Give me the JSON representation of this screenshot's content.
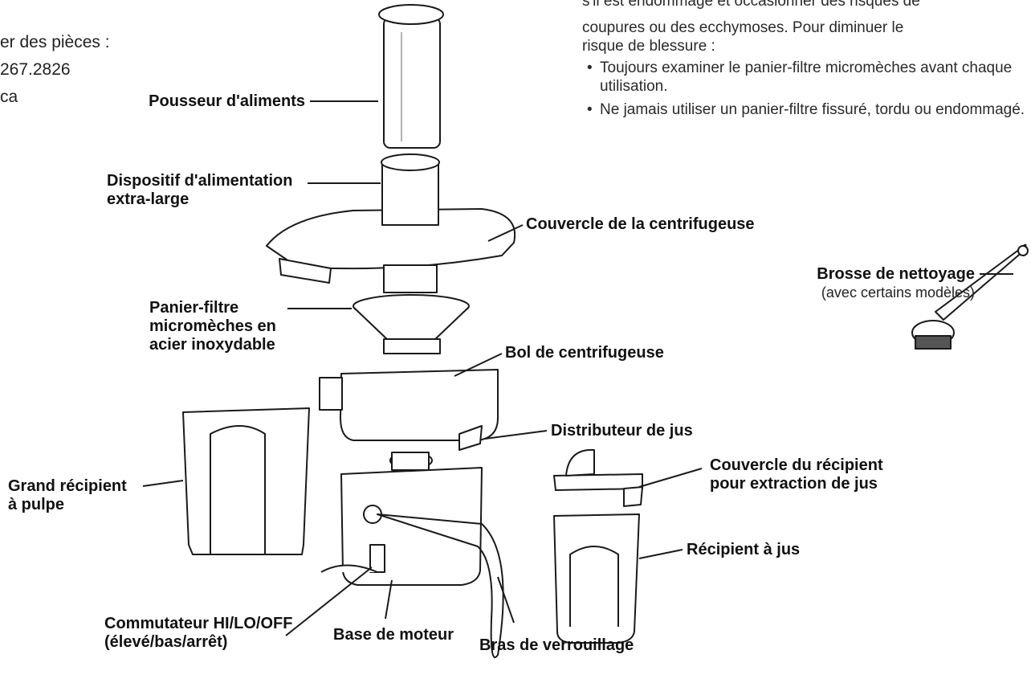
{
  "warning": {
    "top_line": "s'il est endommagé et occasionner des risques de",
    "lines": [
      "coupures ou des ecchymoses. Pour diminuer le",
      "risque de blessure :"
    ],
    "bullets": [
      "Toujours examiner le panier-filtre micromèches avant chaque utilisation.",
      "Ne jamais utiliser un panier-filtre fissuré, tordu ou endommagé."
    ]
  },
  "contact": {
    "lines": [
      "er des pièces :",
      "267.2826",
      "ca"
    ]
  },
  "labels": {
    "food_pusher": "Pousseur d'aliments",
    "feed_chute": [
      "Dispositif d'alimentation",
      "extra-large"
    ],
    "juicer_cover": "Couvercle de la centrifugeuse",
    "filter_basket": [
      "Panier-filtre",
      "micromèches en",
      "acier inoxydable"
    ],
    "juicer_bowl": "Bol de centrifugeuse",
    "juice_spout": "Distributeur de jus",
    "pulp_container": [
      "Grand récipient",
      "à pulpe"
    ],
    "juice_cup_cover": [
      "Couvercle du récipient",
      "pour extraction de jus"
    ],
    "juice_cup": "Récipient à jus",
    "switch": [
      "Commutateur HI/LO/OFF",
      "(élevé/bas/arrêt)"
    ],
    "motor_base": "Base de moteur",
    "locking_arm": "Bras de verrouillage",
    "cleaning_brush": "Brosse de nettoyage",
    "cleaning_brush_note": "(avec certains modèles)"
  }
}
